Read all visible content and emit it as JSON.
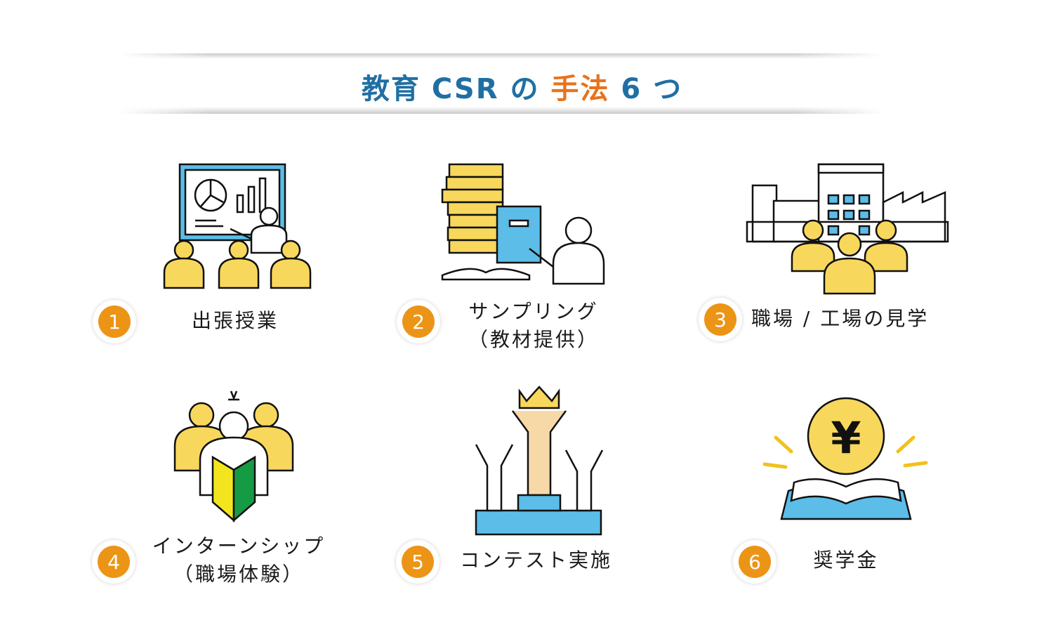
{
  "title": {
    "part1": "教育 CSR の",
    "part2": "手法",
    "part3": "6 つ"
  },
  "methods": [
    {
      "number": "1",
      "label": "出張授業",
      "sub": ""
    },
    {
      "number": "2",
      "label": "サンプリング",
      "sub": "（教材提供）"
    },
    {
      "number": "3",
      "label": "職場 / 工場の見学",
      "sub": ""
    },
    {
      "number": "4",
      "label": "インターンシップ",
      "sub": "（職場体験）"
    },
    {
      "number": "5",
      "label": "コンテスト実施",
      "sub": ""
    },
    {
      "number": "6",
      "label": "奨学金",
      "sub": ""
    }
  ],
  "colors": {
    "blue": "#1f6fa3",
    "orange": "#e8731c",
    "badge": "#ec9416",
    "yellow": "#f8d85c",
    "lightblue": "#5bbde8"
  }
}
